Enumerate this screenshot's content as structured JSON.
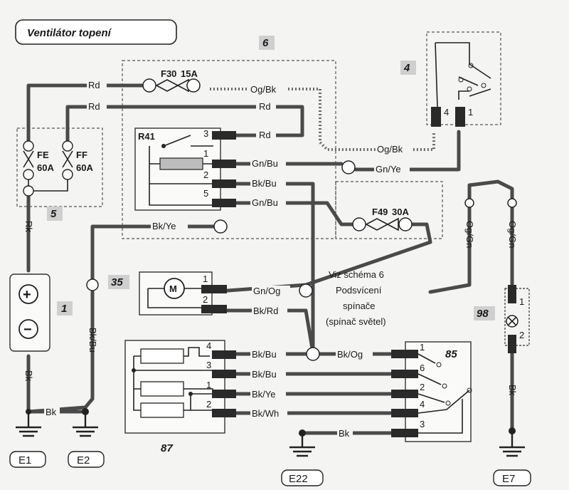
{
  "title": "Ventilátor topení",
  "components": {
    "c1": "1",
    "c4": "4",
    "c5": "5",
    "c6": "6",
    "c35": "35",
    "c85": "85",
    "c87": "87",
    "c98": "98",
    "r41": "R41"
  },
  "fuses": {
    "f30": "F30",
    "f30_rating": "15A",
    "f49": "F49",
    "f49_rating": "30A",
    "fe": "FE",
    "fe_rating": "60A",
    "ff": "FF",
    "ff_rating": "60A"
  },
  "pins": [
    "1",
    "2",
    "3",
    "4",
    "5",
    "6"
  ],
  "wires": {
    "rd": "Rd",
    "rk": "Rk",
    "og_bk": "Og/Bk",
    "gn_bu": "Gn/Bu",
    "gn_ye": "Gn/Ye",
    "bk_bu": "Bk/Bu",
    "bk_ye": "Bk/Ye",
    "gn_og": "Gn/Og",
    "bk_rd": "Bk/Rd",
    "bk_og": "Bk/Og",
    "bk_wh": "Bk/Wh",
    "bk": "Bk",
    "og_gn": "Og/Gn",
    "bk_bu2": "Bk/Bu"
  },
  "note": [
    "Viz schéma 6",
    "Podsvícení",
    "spínače",
    "(spínač světel)"
  ],
  "grounds": [
    "E1",
    "E2",
    "E22",
    "E7"
  ],
  "symbols": {
    "motor": "M",
    "plus": "+",
    "minus": "−"
  }
}
